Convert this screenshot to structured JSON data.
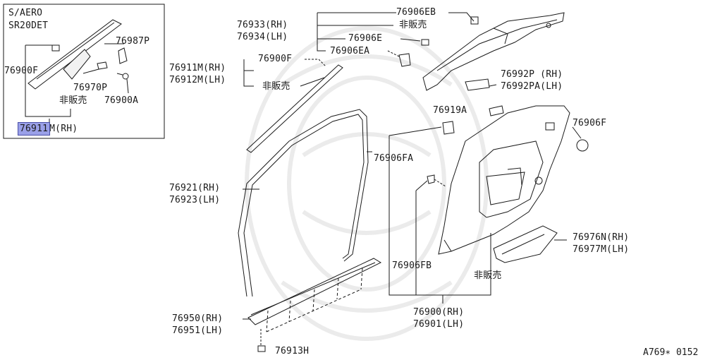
{
  "inset": {
    "variant_line1": "S/AERO",
    "variant_line2": "SR20DET",
    "parts": {
      "p76987P": "76987P",
      "p76900F": "76900F",
      "p76970P": "76970P",
      "not_sold": "非販売",
      "p76900A": "76900A",
      "sel_part_hl": "76911",
      "sel_part_rest": "M(RH)"
    }
  },
  "labels": {
    "p76906EB": "76906EB",
    "not_sold_top": "非販売",
    "p76933": "76933(RH)",
    "p76934": "76934(LH)",
    "p76906E": "76906E",
    "p76906EA": "76906EA",
    "p76911M": "76911M(RH)",
    "p76912M": "76912M(LH)",
    "p76900F": "76900F",
    "not_sold_mid": "非販売",
    "p76992P": "76992P (RH)",
    "p76992PA": "76992PA(LH)",
    "p76919A": "76919A",
    "p76906F": "76906F",
    "p76906FA": "76906FA",
    "p76921": "76921(RH)",
    "p76923": "76923(LH)",
    "p76976N": "76976N(RH)",
    "p76977M": "76977M(LH)",
    "p76906FB": "76906FB",
    "not_sold_bottom": "非販売",
    "p76950": "76950(RH)",
    "p76951": "76951(LH)",
    "p76900RH": "76900(RH)",
    "p76901LH": "76901(LH)",
    "p76913H": "76913H"
  },
  "diagram_code": "A769∗ 0152",
  "colors": {
    "line": "#1a1a1a",
    "highlight": "#9aa0e8",
    "watermark": "#e6e6e6"
  }
}
